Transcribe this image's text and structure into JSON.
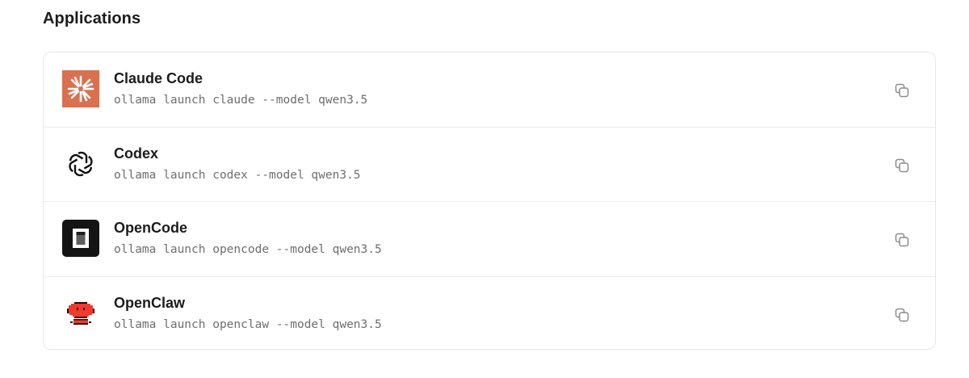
{
  "section": {
    "title": "Applications"
  },
  "applications": [
    {
      "name": "Claude Code",
      "command": "ollama launch claude --model qwen3.5",
      "icon": "claude-code-logo-icon",
      "brand_color": "#d9704f"
    },
    {
      "name": "Codex",
      "command": "ollama launch codex --model qwen3.5",
      "icon": "openai-logo-icon",
      "brand_color": "#111111"
    },
    {
      "name": "OpenCode",
      "command": "ollama launch opencode --model qwen3.5",
      "icon": "opencode-logo-icon",
      "brand_color": "#111111"
    },
    {
      "name": "OpenClaw",
      "command": "ollama launch openclaw --model qwen3.5",
      "icon": "openclaw-logo-icon",
      "brand_color": "#f03a2e"
    }
  ],
  "copy_icon": "copy-icon"
}
